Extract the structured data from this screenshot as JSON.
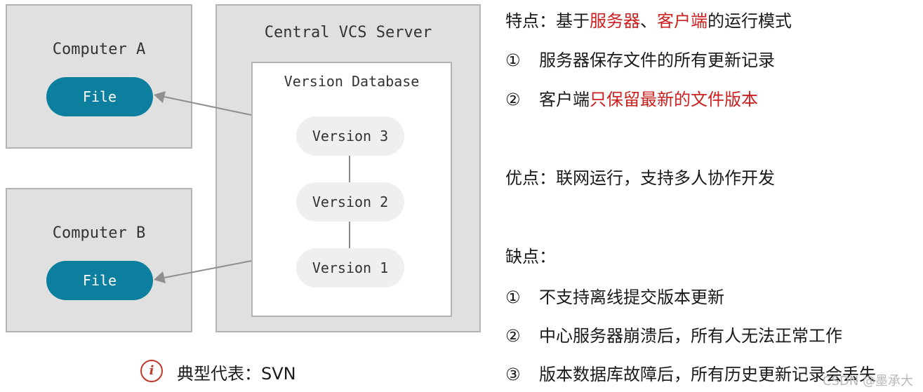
{
  "diagram": {
    "computer_a": {
      "title": "Computer A",
      "file_label": "File"
    },
    "computer_b": {
      "title": "Computer B",
      "file_label": "File"
    },
    "server": {
      "title": "Central VCS Server",
      "database_title": "Version Database",
      "versions": [
        "Version 3",
        "Version 2",
        "Version 1"
      ]
    },
    "colors": {
      "file_pill": "#0d7f9e",
      "box_bg": "#e0e0e0",
      "highlight": "#cc1f1f"
    }
  },
  "caption": {
    "icon": "info-icon",
    "text": "典型代表：SVN"
  },
  "notes": {
    "features_heading": {
      "prefix": "特点：基于",
      "server": "服务器",
      "sep": "、",
      "client": "客户端",
      "suffix": "的运行模式"
    },
    "feature1": {
      "marker": "①",
      "text": "服务器保存文件的所有更新记录"
    },
    "feature2": {
      "marker": "②",
      "prefix": "客户端",
      "highlight": "只保留最新的文件版本"
    },
    "advantages": "优点：联网运行，支持多人协作开发",
    "disadvantages_heading": "缺点：",
    "disadvantages": [
      {
        "marker": "①",
        "text": "不支持离线提交版本更新"
      },
      {
        "marker": "②",
        "text": "中心服务器崩溃后，所有人无法正常工作"
      },
      {
        "marker": "③",
        "text": "版本数据库故障后，所有历史更新记录会丢失"
      }
    ]
  },
  "watermark": "CSDN @墨承大"
}
